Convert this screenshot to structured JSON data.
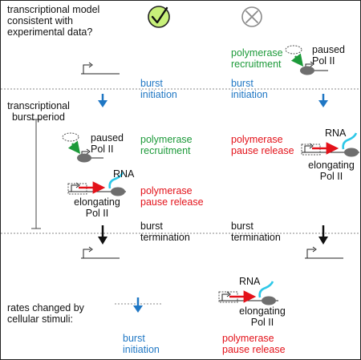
{
  "question": "transcriptional model\nconsistent with\nexperimental data?",
  "burst_period_label": "transcriptional\nburst period",
  "rates_label": "rates changed by\ncellular stimuli:",
  "labels": {
    "burst_initiation": "burst\ninitiation",
    "burst_termination": "burst\ntermination",
    "polymerase_recruitment": "polymerase\nrecruitment",
    "polymerase_pause_release": "polymerase\npause release",
    "paused_pol_ii": "paused\nPol II",
    "elongating_pol_ii": "elongating\nPol II",
    "rna": "RNA"
  },
  "colors": {
    "initiation": "#1f77c4",
    "recruitment": "#1d9a3a",
    "pause_release": "#e3121a",
    "termination": "#111111",
    "check_fill": "#c8f07a",
    "rna": "#2ec8e8",
    "polymerase": "#6e6e6e"
  },
  "icons": [
    "check-icon",
    "cross-icon"
  ]
}
